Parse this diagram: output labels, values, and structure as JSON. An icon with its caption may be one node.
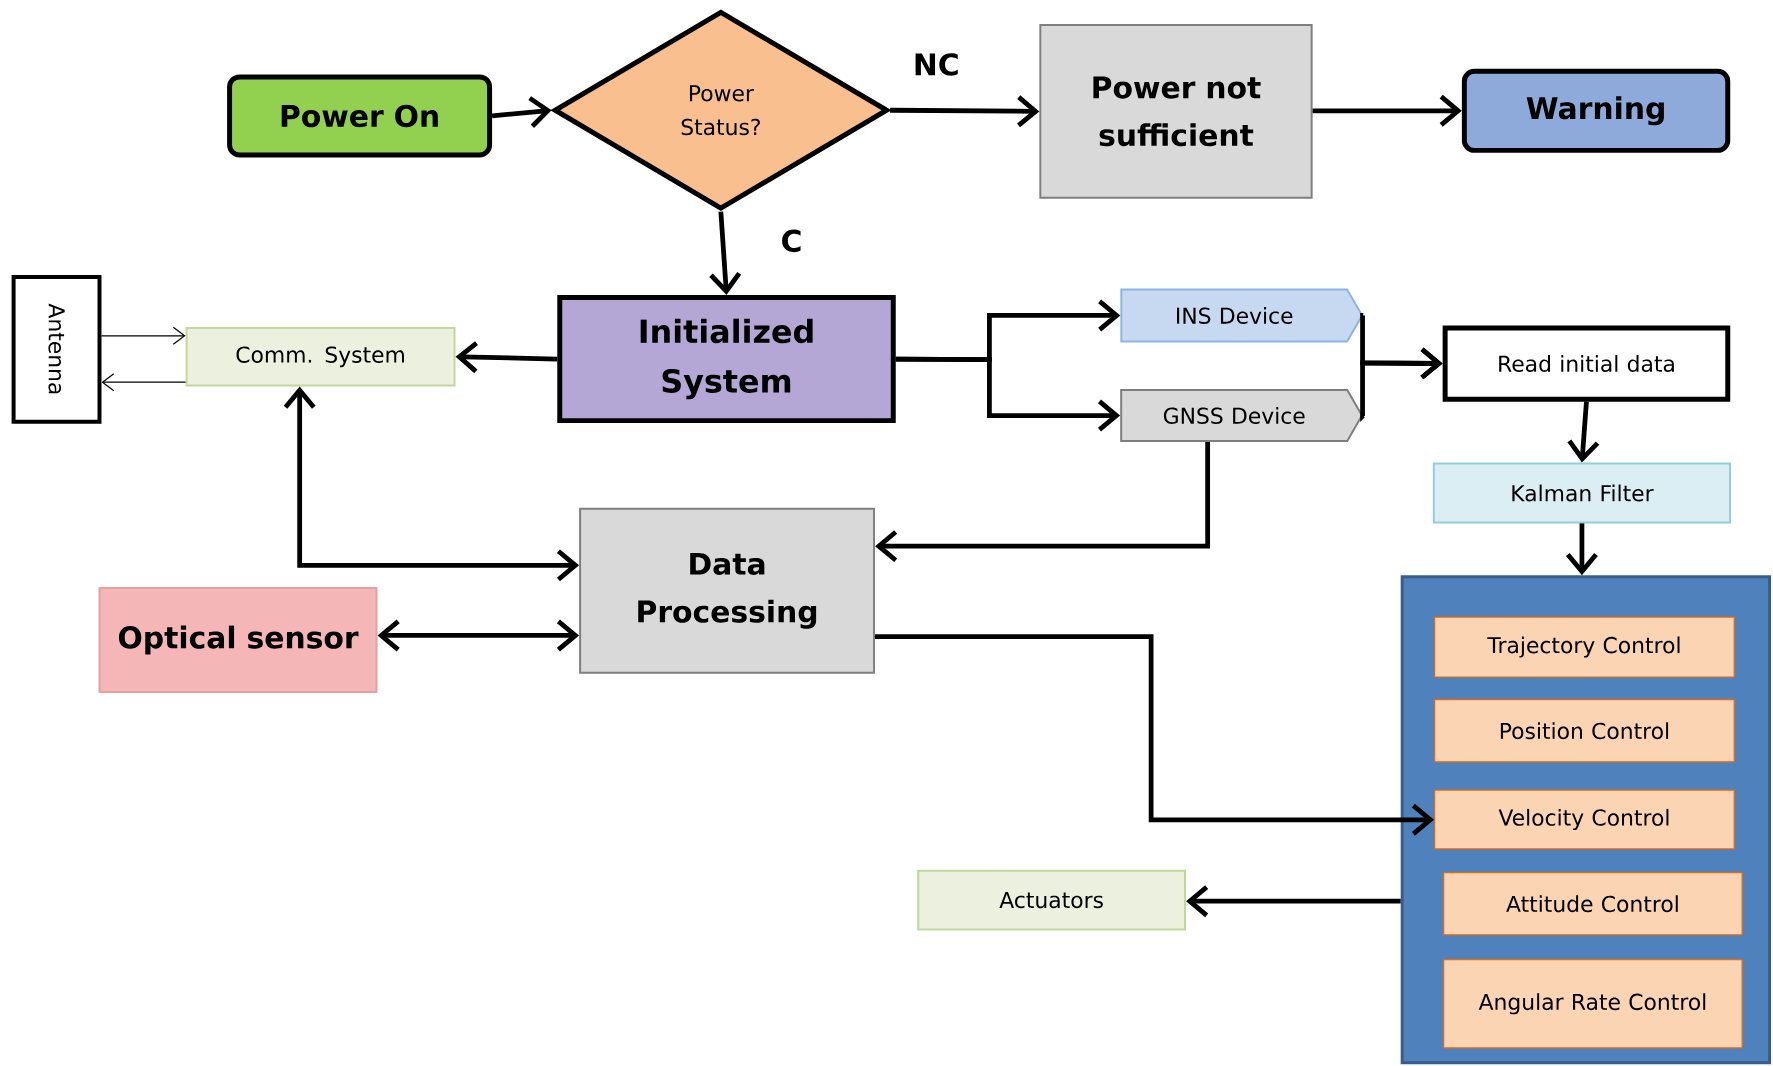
{
  "diagram": {
    "nodes": [
      {
        "text": [
          "Power On"
        ]
      },
      {
        "text": [
          "Power Status?"
        ]
      },
      {
        "text": [
          "Power not sufficient"
        ]
      },
      {
        "text": [
          "Warning"
        ]
      },
      {
        "text": [
          "Initialized System"
        ]
      },
      {
        "text": [
          "Antenna"
        ]
      },
      {
        "text": [
          "Comm. System"
        ]
      },
      {
        "text": [
          "INS Device"
        ]
      },
      {
        "text": [
          "GNSS Device"
        ]
      },
      {
        "text": [
          "Read initial data"
        ]
      },
      {
        "text": [
          "Kalman Filter"
        ]
      },
      {
        "text": [],
        "shape": "box"
      },
      {
        "text": [
          "Trajectory Control"
        ],
        "in": 11
      },
      {
        "text": [
          "Position Control"
        ],
        "in": 11
      },
      {
        "text": [
          "Velocity Control"
        ],
        "in": 11
      },
      {
        "text": [
          "Attitude Control"
        ],
        "in": 11
      },
      {
        "text": [
          "Angular Rate Control"
        ],
        "in": 11
      },
      {
        "text": [
          "Data Processing"
        ]
      },
      {
        "text": [
          "Optical sensor"
        ]
      },
      {
        "text": [
          "Actuators"
        ]
      }
    ],
    "edges": [
      {
        "from": 0,
        "to": 1,
        "arrow": "to"
      },
      {
        "from": 1,
        "to": 2,
        "arrow": "to",
        "label": "NC"
      },
      {
        "from": 2,
        "to": 3,
        "arrow": "to"
      },
      {
        "from": 1,
        "to": 4,
        "arrow": "to",
        "label": "C"
      },
      {
        "from": 4,
        "to": 6,
        "arrow": "to"
      },
      {
        "from": 5,
        "to": 6,
        "arrow": "to"
      },
      {
        "from": 6,
        "to": 5,
        "arrow": "to"
      },
      {
        "from": 4,
        "to": 7,
        "arrow": "to"
      },
      {
        "from": 4,
        "to": 8,
        "arrow": "to"
      },
      {
        "from": 7,
        "to": 9,
        "arrow": "to"
      },
      {
        "from": 8,
        "to": 9,
        "arrow": "to"
      },
      {
        "from": 9,
        "to": 10,
        "arrow": "to"
      },
      {
        "from": 10,
        "to": 11,
        "arrow": "to"
      },
      {
        "from": 6,
        "to": 17,
        "arrow": "both"
      },
      {
        "from": 18,
        "to": 17,
        "arrow": "both"
      },
      {
        "from": 8,
        "to": 17,
        "arrow": "to"
      },
      {
        "from": 17,
        "to": 14,
        "arrow": "to"
      },
      {
        "from": 11,
        "to": 19,
        "arrow": "to"
      }
    ]
  }
}
